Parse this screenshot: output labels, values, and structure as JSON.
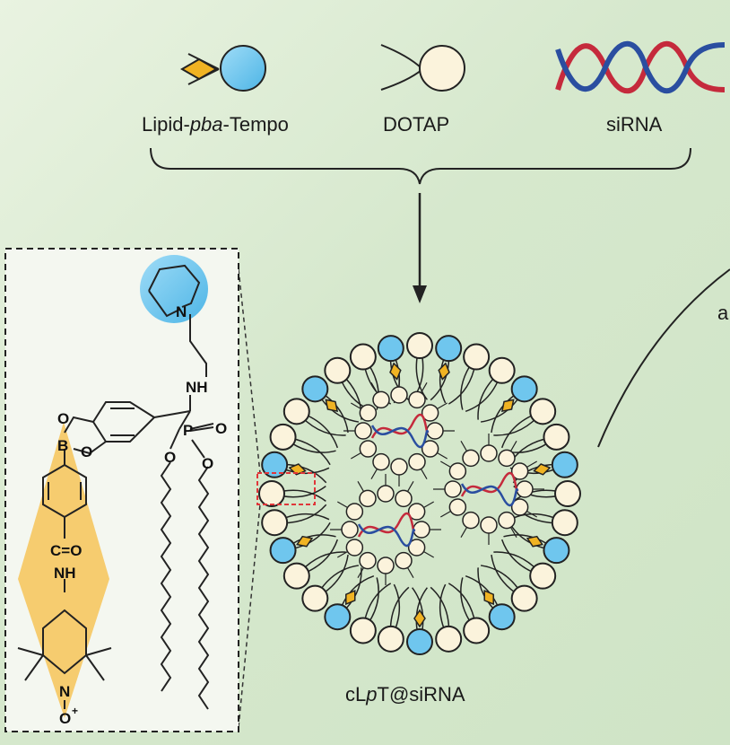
{
  "legend": {
    "lipid_prefix": "Lipid-",
    "lipid_italic": "pba",
    "lipid_suffix": "-Tempo",
    "dotap": "DOTAP",
    "sirna": "siRNA"
  },
  "nanoparticle": {
    "caption_prefix": "cL",
    "caption_italic": "p",
    "caption_suffix": "T@siRNA"
  },
  "side_label": "a",
  "structure_atoms": {
    "nitrogen_ring": "N",
    "amine": "NH",
    "phosphorus": "P",
    "oxygen": "O",
    "boron": "B",
    "carbonyl": "C=O",
    "amide": "NH",
    "nitroxide_n": "N",
    "nitroxide_o": "O",
    "charge": "+"
  },
  "colors": {
    "background": "#d6e8cd",
    "blue_head": "#6fc6ee",
    "cream_head": "#fbf3dc",
    "tempo_diamond": "#f0b323",
    "highlight": "#f6c760",
    "rna_red": "#c52a3c",
    "rna_blue": "#2a4ea0",
    "selection_box": "#e0363a"
  }
}
